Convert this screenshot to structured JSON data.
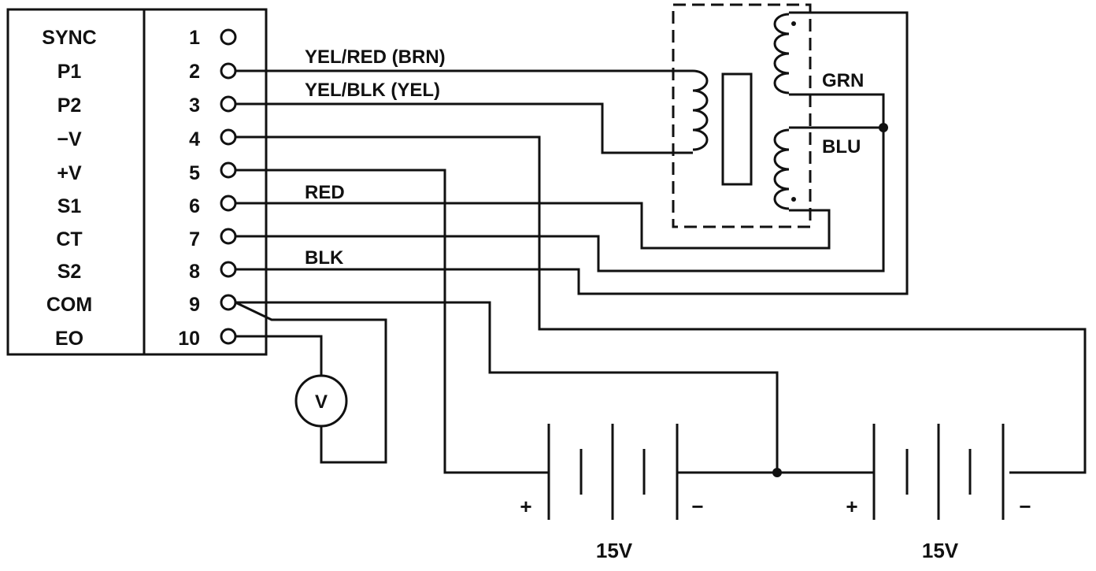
{
  "terminal_block": {
    "signals": [
      "SYNC",
      "P1",
      "P2",
      "−V",
      "+V",
      "S1",
      "CT",
      "S2",
      "COM",
      "EO"
    ],
    "pins": [
      "1",
      "2",
      "3",
      "4",
      "5",
      "6",
      "7",
      "8",
      "9",
      "10"
    ]
  },
  "wire_labels": {
    "yel_red": "YEL/RED (BRN)",
    "yel_blk": "YEL/BLK (YEL)",
    "red": "RED",
    "blk": "BLK",
    "grn": "GRN",
    "blu": "BLU"
  },
  "meter": {
    "symbol": "V",
    "icon": "voltmeter-icon"
  },
  "batteries": [
    {
      "label": "15V",
      "plus": "+",
      "minus": "−"
    },
    {
      "label": "15V",
      "plus": "+",
      "minus": "−"
    }
  ]
}
